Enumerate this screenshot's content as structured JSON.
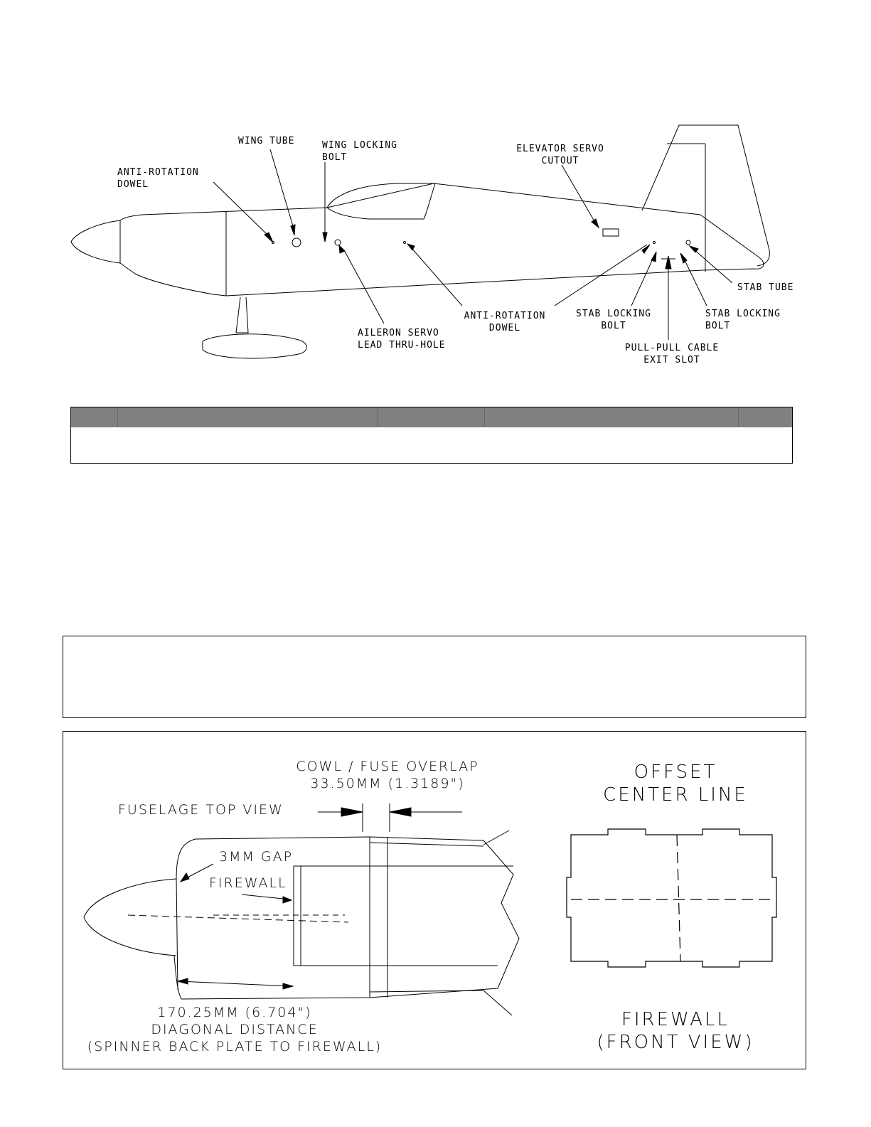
{
  "side_view": {
    "labels": {
      "wing_tube": "WING TUBE",
      "wing_locking_bolt": "WING LOCKING\nBOLT",
      "anti_rotation_dowel_front": "ANTI-ROTATION\nDOWEL",
      "elevator_servo_cutout": "ELEVATOR SERVO\nCUTOUT",
      "aileron_servo_lead": "AILERON SERVO\nLEAD THRU-HOLE",
      "anti_rotation_dowel_rear": "ANTI-ROTATION\nDOWEL",
      "stab_locking_bolt_left": "STAB LOCKING\nBOLT",
      "stab_locking_bolt_right": "STAB LOCKING\nBOLT",
      "stab_tube": "STAB TUBE",
      "pull_pull_cable": "PULL-PULL CABLE\nEXIT SLOT"
    }
  },
  "top_view": {
    "cowl_overlap_title": "COWL / FUSE OVERLAP",
    "cowl_overlap_value": "33.50MM (1.3189\")",
    "fuselage_top_view": "FUSELAGE TOP VIEW",
    "gap": "3MM GAP",
    "firewall": "FIREWALL",
    "diagonal_value": "170.25MM (6.704\")",
    "diagonal_label": "DIAGONAL DISTANCE",
    "diagonal_note": "(SPINNER BACK PLATE TO FIREWALL)"
  },
  "front_view": {
    "offset_title": "OFFSET\nCENTER LINE",
    "firewall_title": "FIREWALL\n(FRONT VIEW)"
  }
}
